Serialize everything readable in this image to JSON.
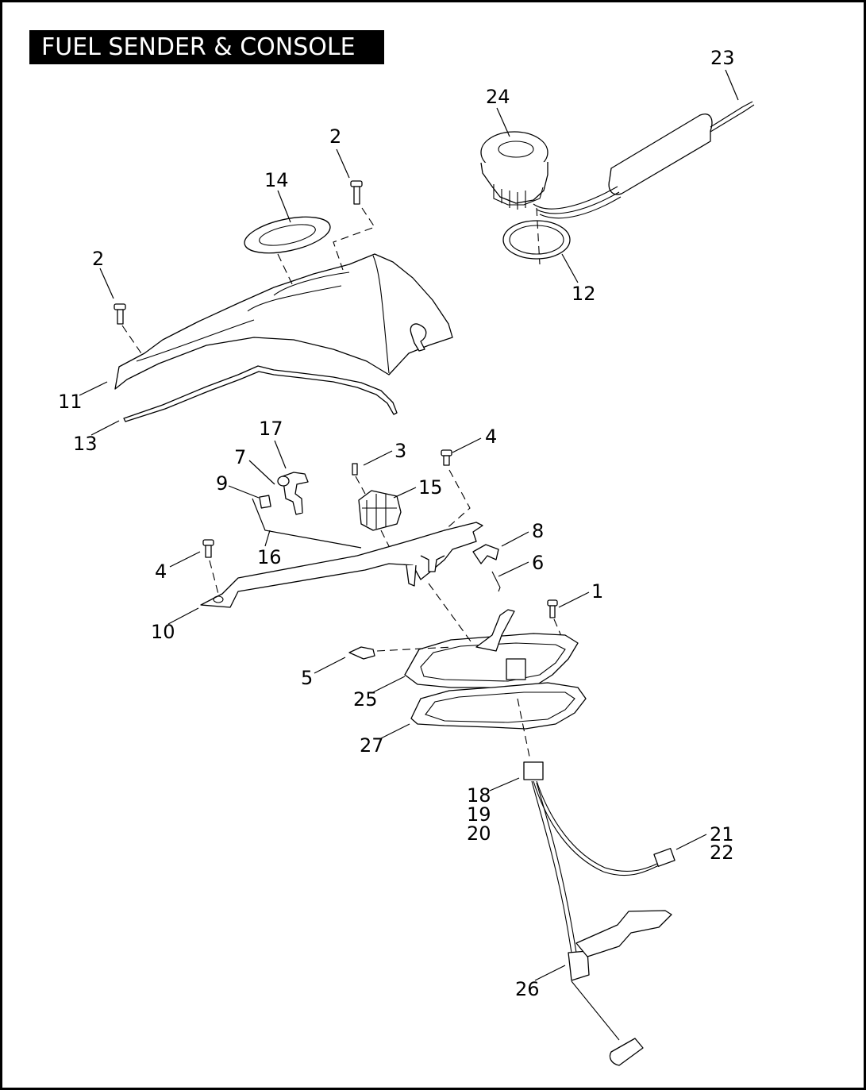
{
  "title": "FUEL SENDER & CONSOLE",
  "callouts": {
    "c1": "1",
    "c2a": "2",
    "c2b": "2",
    "c3": "3",
    "c4a": "4",
    "c4b": "4",
    "c5": "5",
    "c6": "6",
    "c7": "7",
    "c8": "8",
    "c9": "9",
    "c10": "10",
    "c11": "11",
    "c12": "12",
    "c13": "13",
    "c14": "14",
    "c15": "15",
    "c16": "16",
    "c17": "17",
    "c18": "18",
    "c19": "19",
    "c20": "20",
    "c21": "21",
    "c22": "22",
    "c23": "23",
    "c24": "24",
    "c25": "25",
    "c26": "26",
    "c27": "27"
  },
  "colors": {
    "line": "#000000",
    "background": "#ffffff",
    "title_bg": "#000000",
    "title_text": "#ffffff"
  }
}
